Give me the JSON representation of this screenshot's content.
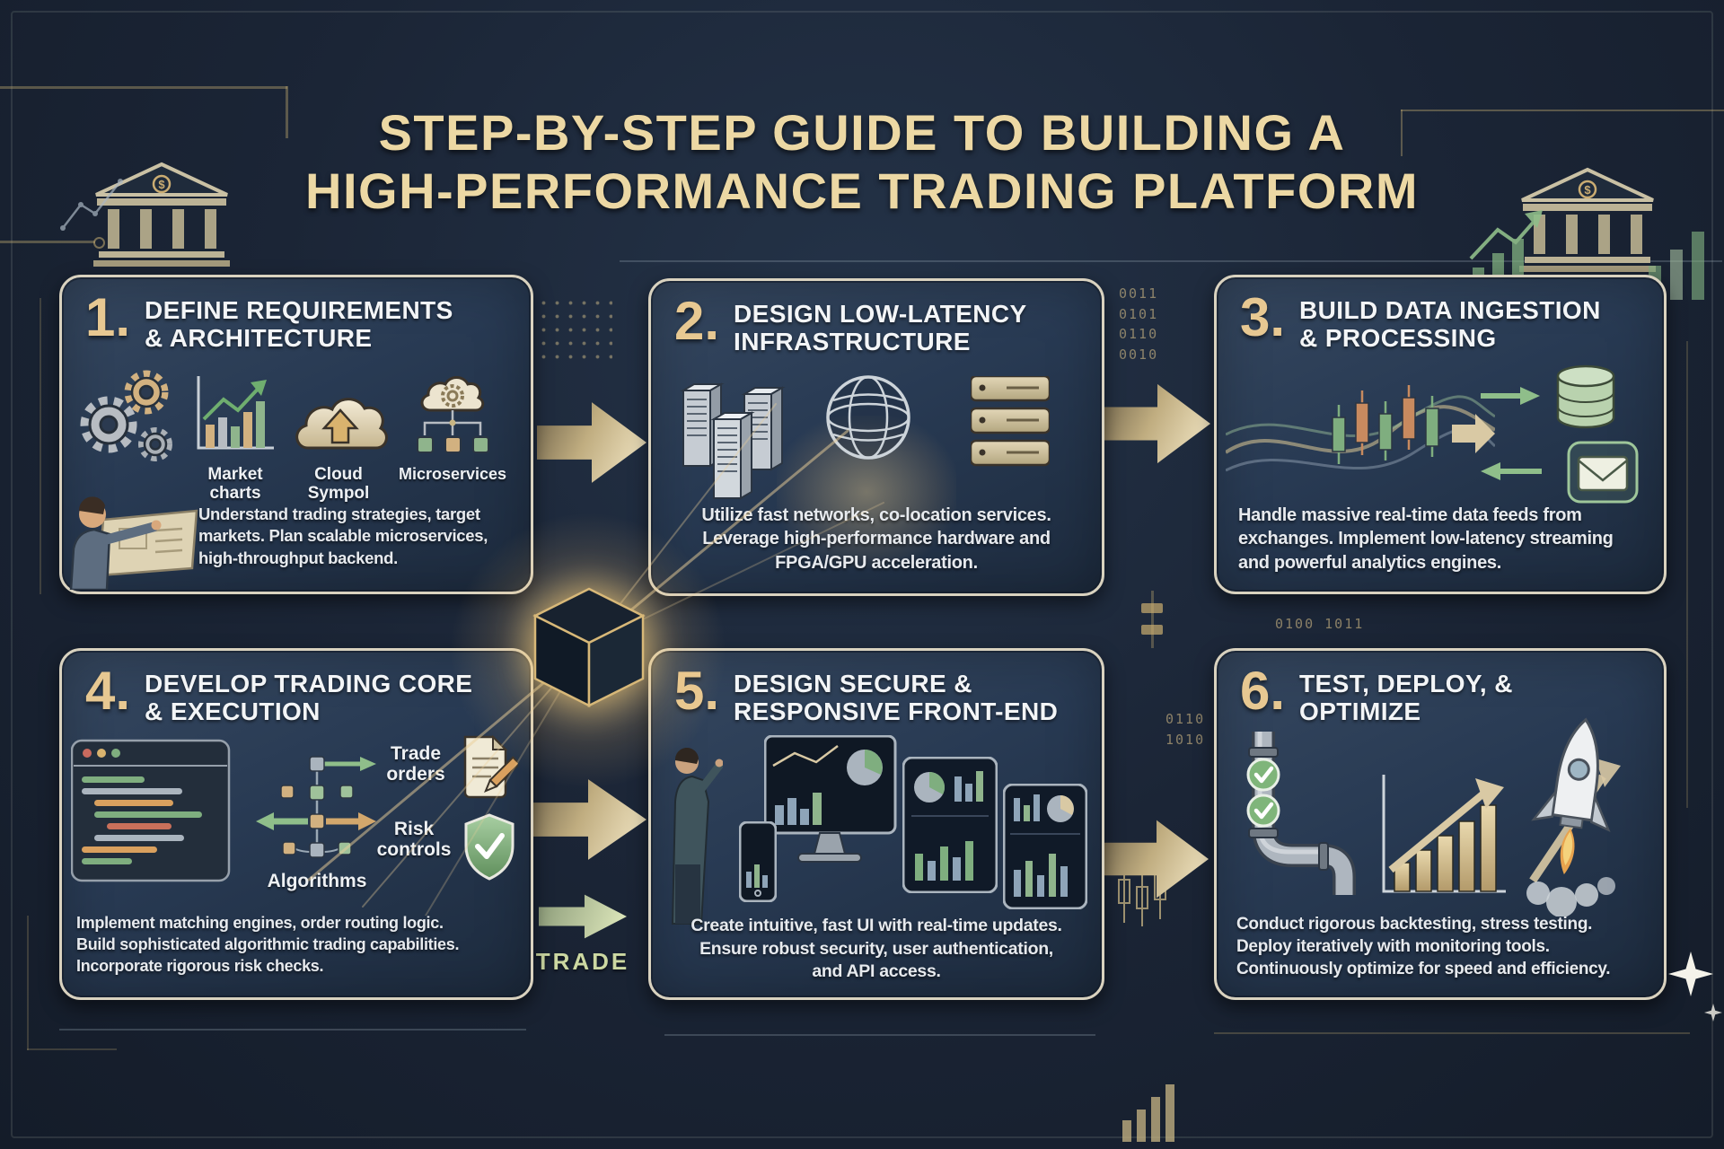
{
  "title": {
    "line1": "STEP-BY-STEP GUIDE TO BUILDING A",
    "line2": "HIGH-PERFORMANCE TRADING PLATFORM"
  },
  "steps": [
    {
      "num": "1.",
      "title_line1": "DEFINE REQUIREMENTS",
      "title_line2": "& ARCHITECTURE",
      "labels": [
        "Market charts",
        "Cloud Sympol",
        "Microservices"
      ],
      "desc": "Understand trading strategies, target\nmarkets. Plan scalable microservices,\nhigh-throughput backend."
    },
    {
      "num": "2.",
      "title_line1": "DESIGN LOW-LATENCY",
      "title_line2": "INFRASTRUCTURE",
      "labels": [],
      "desc": "Utilize fast networks, co-location services.\nLeverage high-performance hardware and\nFPGA/GPU acceleration."
    },
    {
      "num": "3.",
      "title_line1": "BUILD DATA INGESTION",
      "title_line2": "& PROCESSING",
      "labels": [],
      "desc": "Handle massive real-time data feeds from\nexchanges. Implement low-latency streaming\nand powerful analytics engines."
    },
    {
      "num": "4.",
      "title_line1": "DEVELOP TRADING CORE",
      "title_line2": "& EXECUTION",
      "labels": [
        "Algorithms",
        "Trade orders",
        "Risk controls"
      ],
      "desc": "Implement matching engines, order routing logic.\nBuild sophisticated algorithmic trading capabilities.\nIncorporate rigorous risk checks."
    },
    {
      "num": "5.",
      "title_line1": "DESIGN SECURE &",
      "title_line2": "RESPONSIVE FRONT-END",
      "labels": [],
      "desc": "Create intuitive, fast UI with real-time updates.\nEnsure robust security, user authentication,\nand API access."
    },
    {
      "num": "6.",
      "title_line1": "TEST, DEPLOY, &",
      "title_line2": "OPTIMIZE",
      "labels": [],
      "desc": "Conduct rigorous backtesting, stress testing.\nDeploy iteratively with monitoring tools.\nContinuously optimize for speed and efficiency."
    }
  ],
  "flow": {
    "trade_label": "TRADE"
  },
  "decor": {
    "bank_symbol": "$",
    "binary": [
      "0011\n0101\n0110\n0010",
      "0100 1011",
      "0110\n1010"
    ]
  },
  "colors": {
    "background": "#1b2536",
    "panel": "#283a53",
    "panel_border": "#d9d2bf",
    "accent_gold": "#e7c892",
    "title_gold": "#ecd8a4",
    "heading_white": "#f3f5f7",
    "body_text": "#e7eaee",
    "arrow_tan": "#d9c9a4",
    "green_accent": "#8fbe8a",
    "trade_green": "#ccd8a2"
  }
}
